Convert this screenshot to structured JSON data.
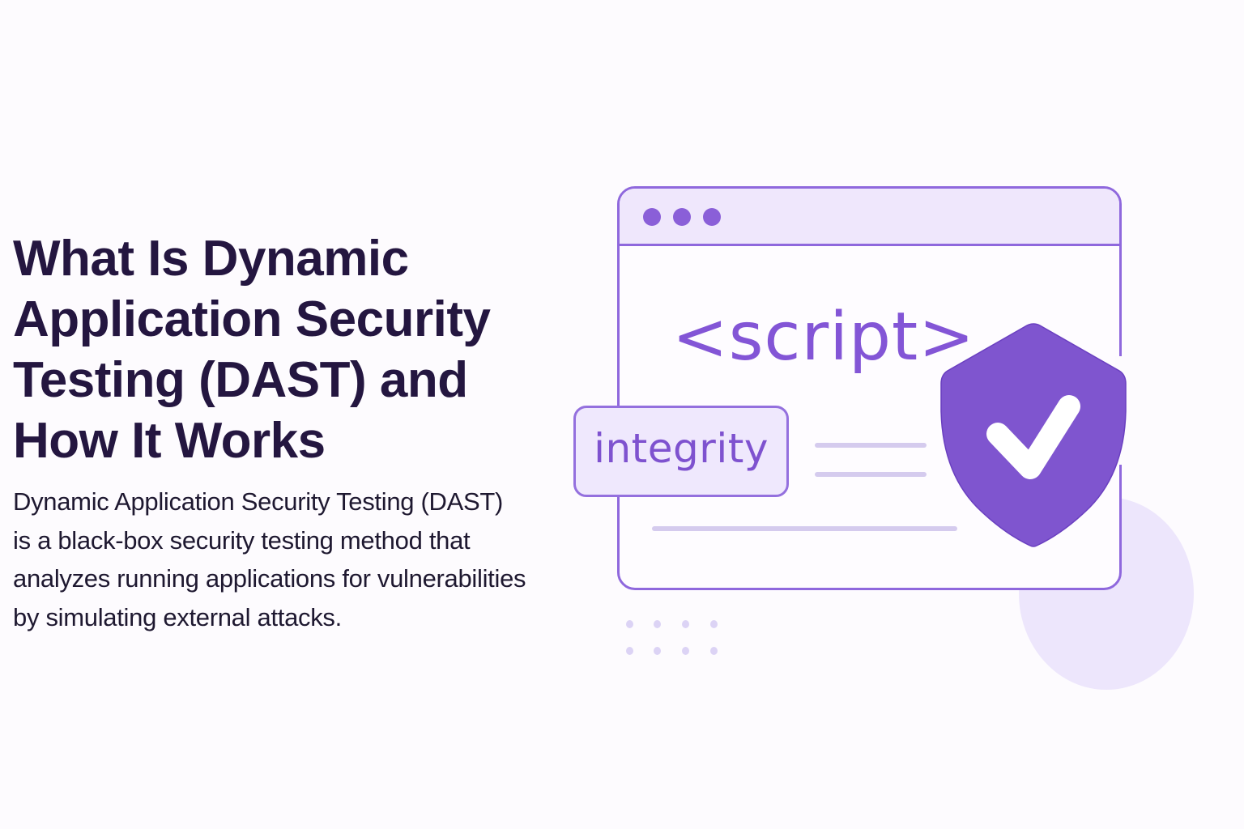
{
  "headline": {
    "lines": [
      "What Is Dynamic",
      "Application Security",
      "Testing (DAST) and",
      "How It Works"
    ]
  },
  "description": {
    "lines": [
      "Dynamic Application Security Testing (DAST)",
      "is a black-box security testing method that",
      "analyzes running applications for vulnerabilities",
      "by simulating external attacks."
    ]
  },
  "illustration": {
    "browser_window": {
      "dots": [
        "dot-1",
        "dot-2",
        "dot-3"
      ],
      "code_label": "<script>"
    },
    "tag_box": {
      "label": "integrity"
    },
    "shield": {
      "icon": "shield-check-icon"
    }
  },
  "colors": {
    "background": "#fdfbfe",
    "headline": "#241640",
    "body_text": "#1e1830",
    "accent": "#8355d6",
    "accent_border": "#8f68dd",
    "shield_fill": "#7f55cf",
    "light_fill": "#efe7fc",
    "placeholder_line": "#d5cbee",
    "circle": "#ede6fc"
  }
}
